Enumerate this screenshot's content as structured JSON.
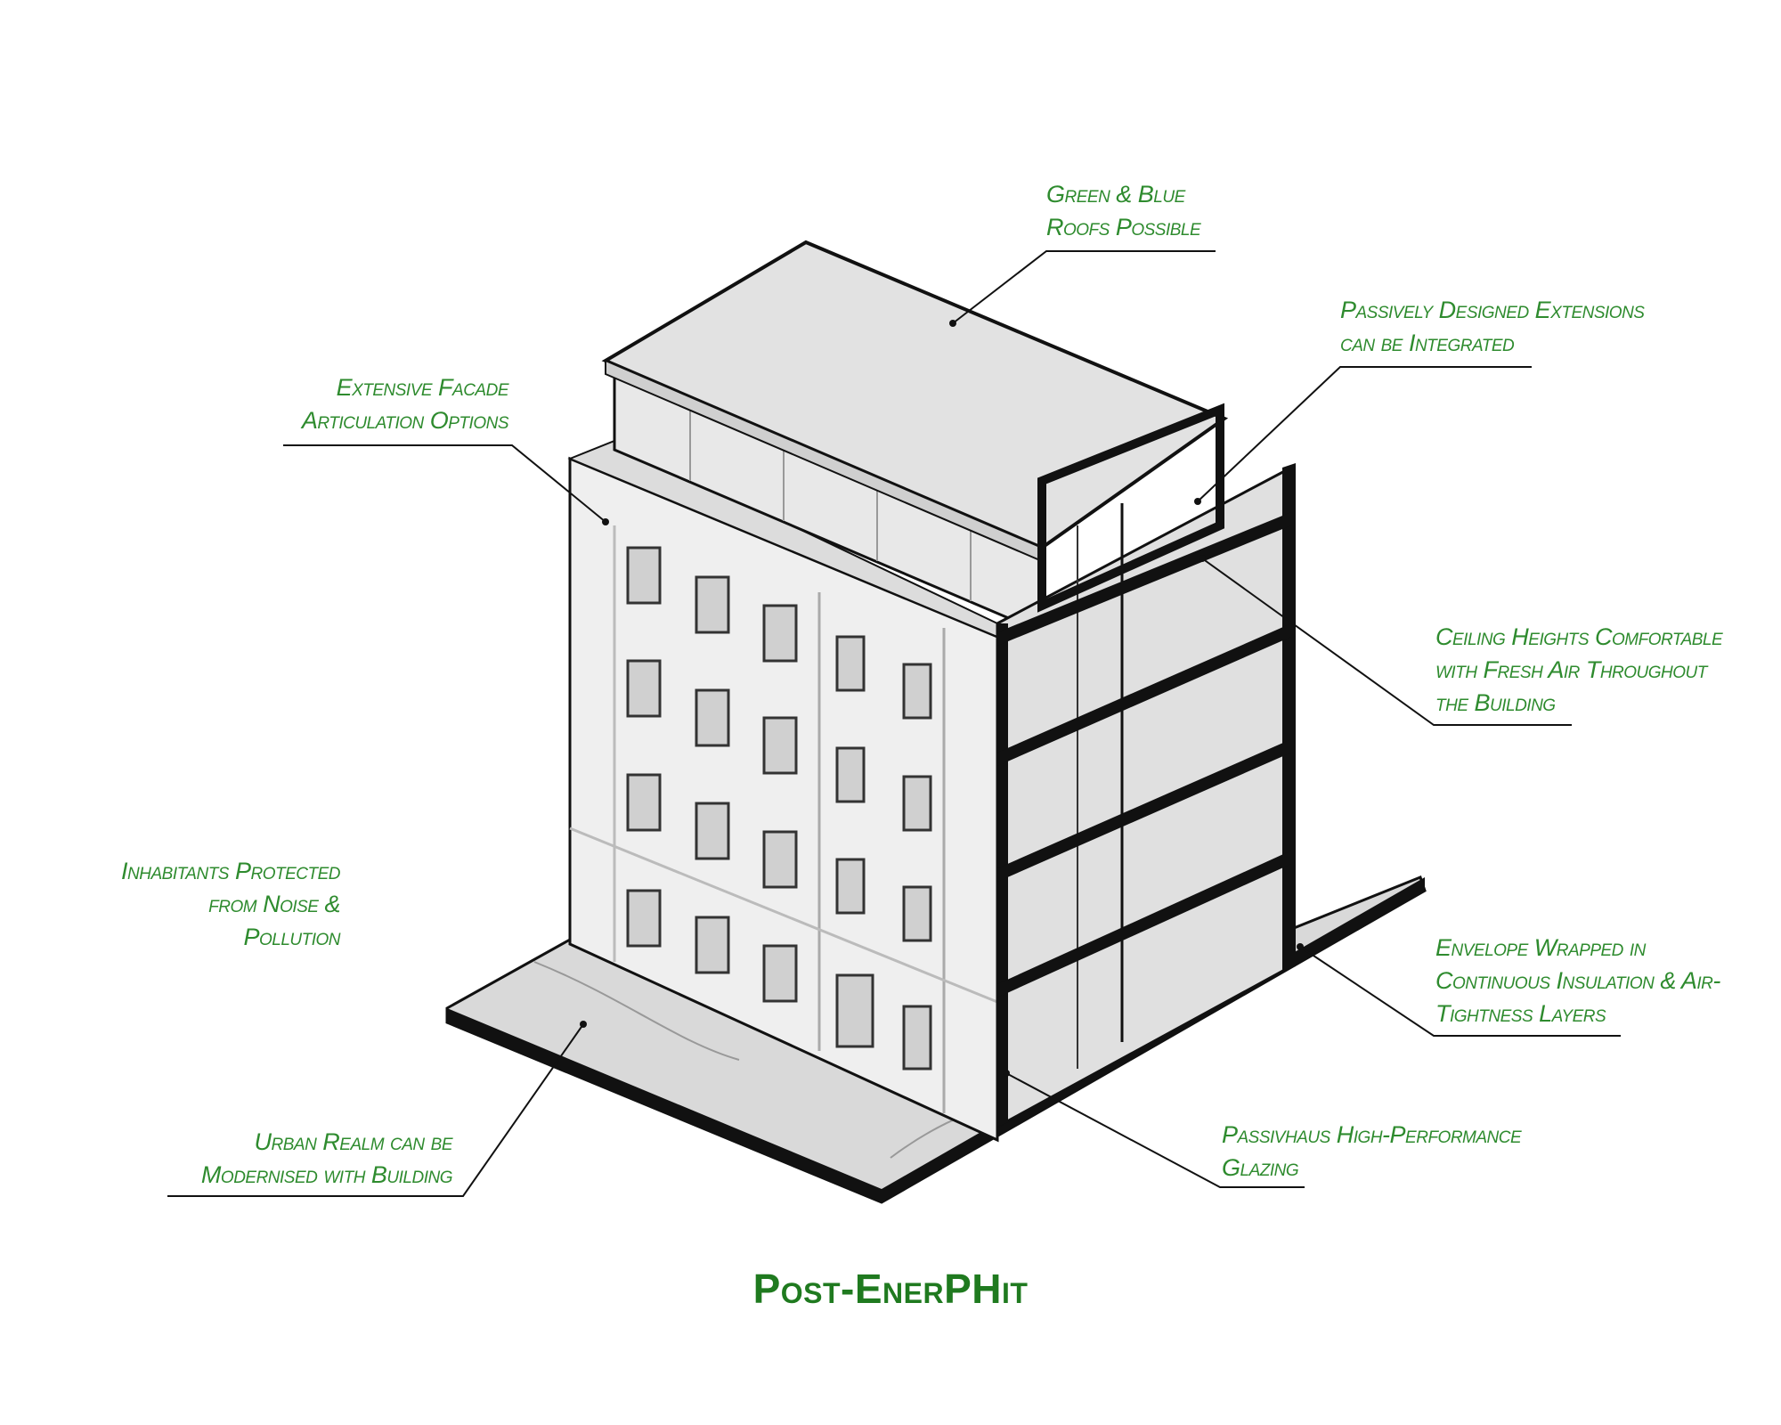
{
  "annotations": {
    "roofs": [
      "Green & Blue",
      "Roofs Possible"
    ],
    "extensions": [
      "Passively Designed Extensions",
      "can be Integrated"
    ],
    "facade": [
      "Extensive Facade",
      "Articulation Options"
    ],
    "ceiling": [
      "Ceiling Heights Comfortable",
      "with Fresh Air Throughout",
      "the Building"
    ],
    "inhabitants": [
      "Inhabitants Protected",
      "from Noise &",
      "Pollution"
    ],
    "envelope": [
      "Envelope Wrapped in",
      "Continuous Insulation & Air-",
      "Tightness Layers"
    ],
    "urban": [
      "Urban Realm can be",
      "Modernised with Building"
    ],
    "glazing": [
      "Passivhaus High-Performance",
      "Glazing"
    ]
  },
  "caption": "Post-EnerPHit",
  "colors": {
    "label_green": "#2e8b2e",
    "caption_green": "#1f7a1f",
    "building_face": "#ececec",
    "roof": "#e4e4e4",
    "outline": "#111111"
  }
}
